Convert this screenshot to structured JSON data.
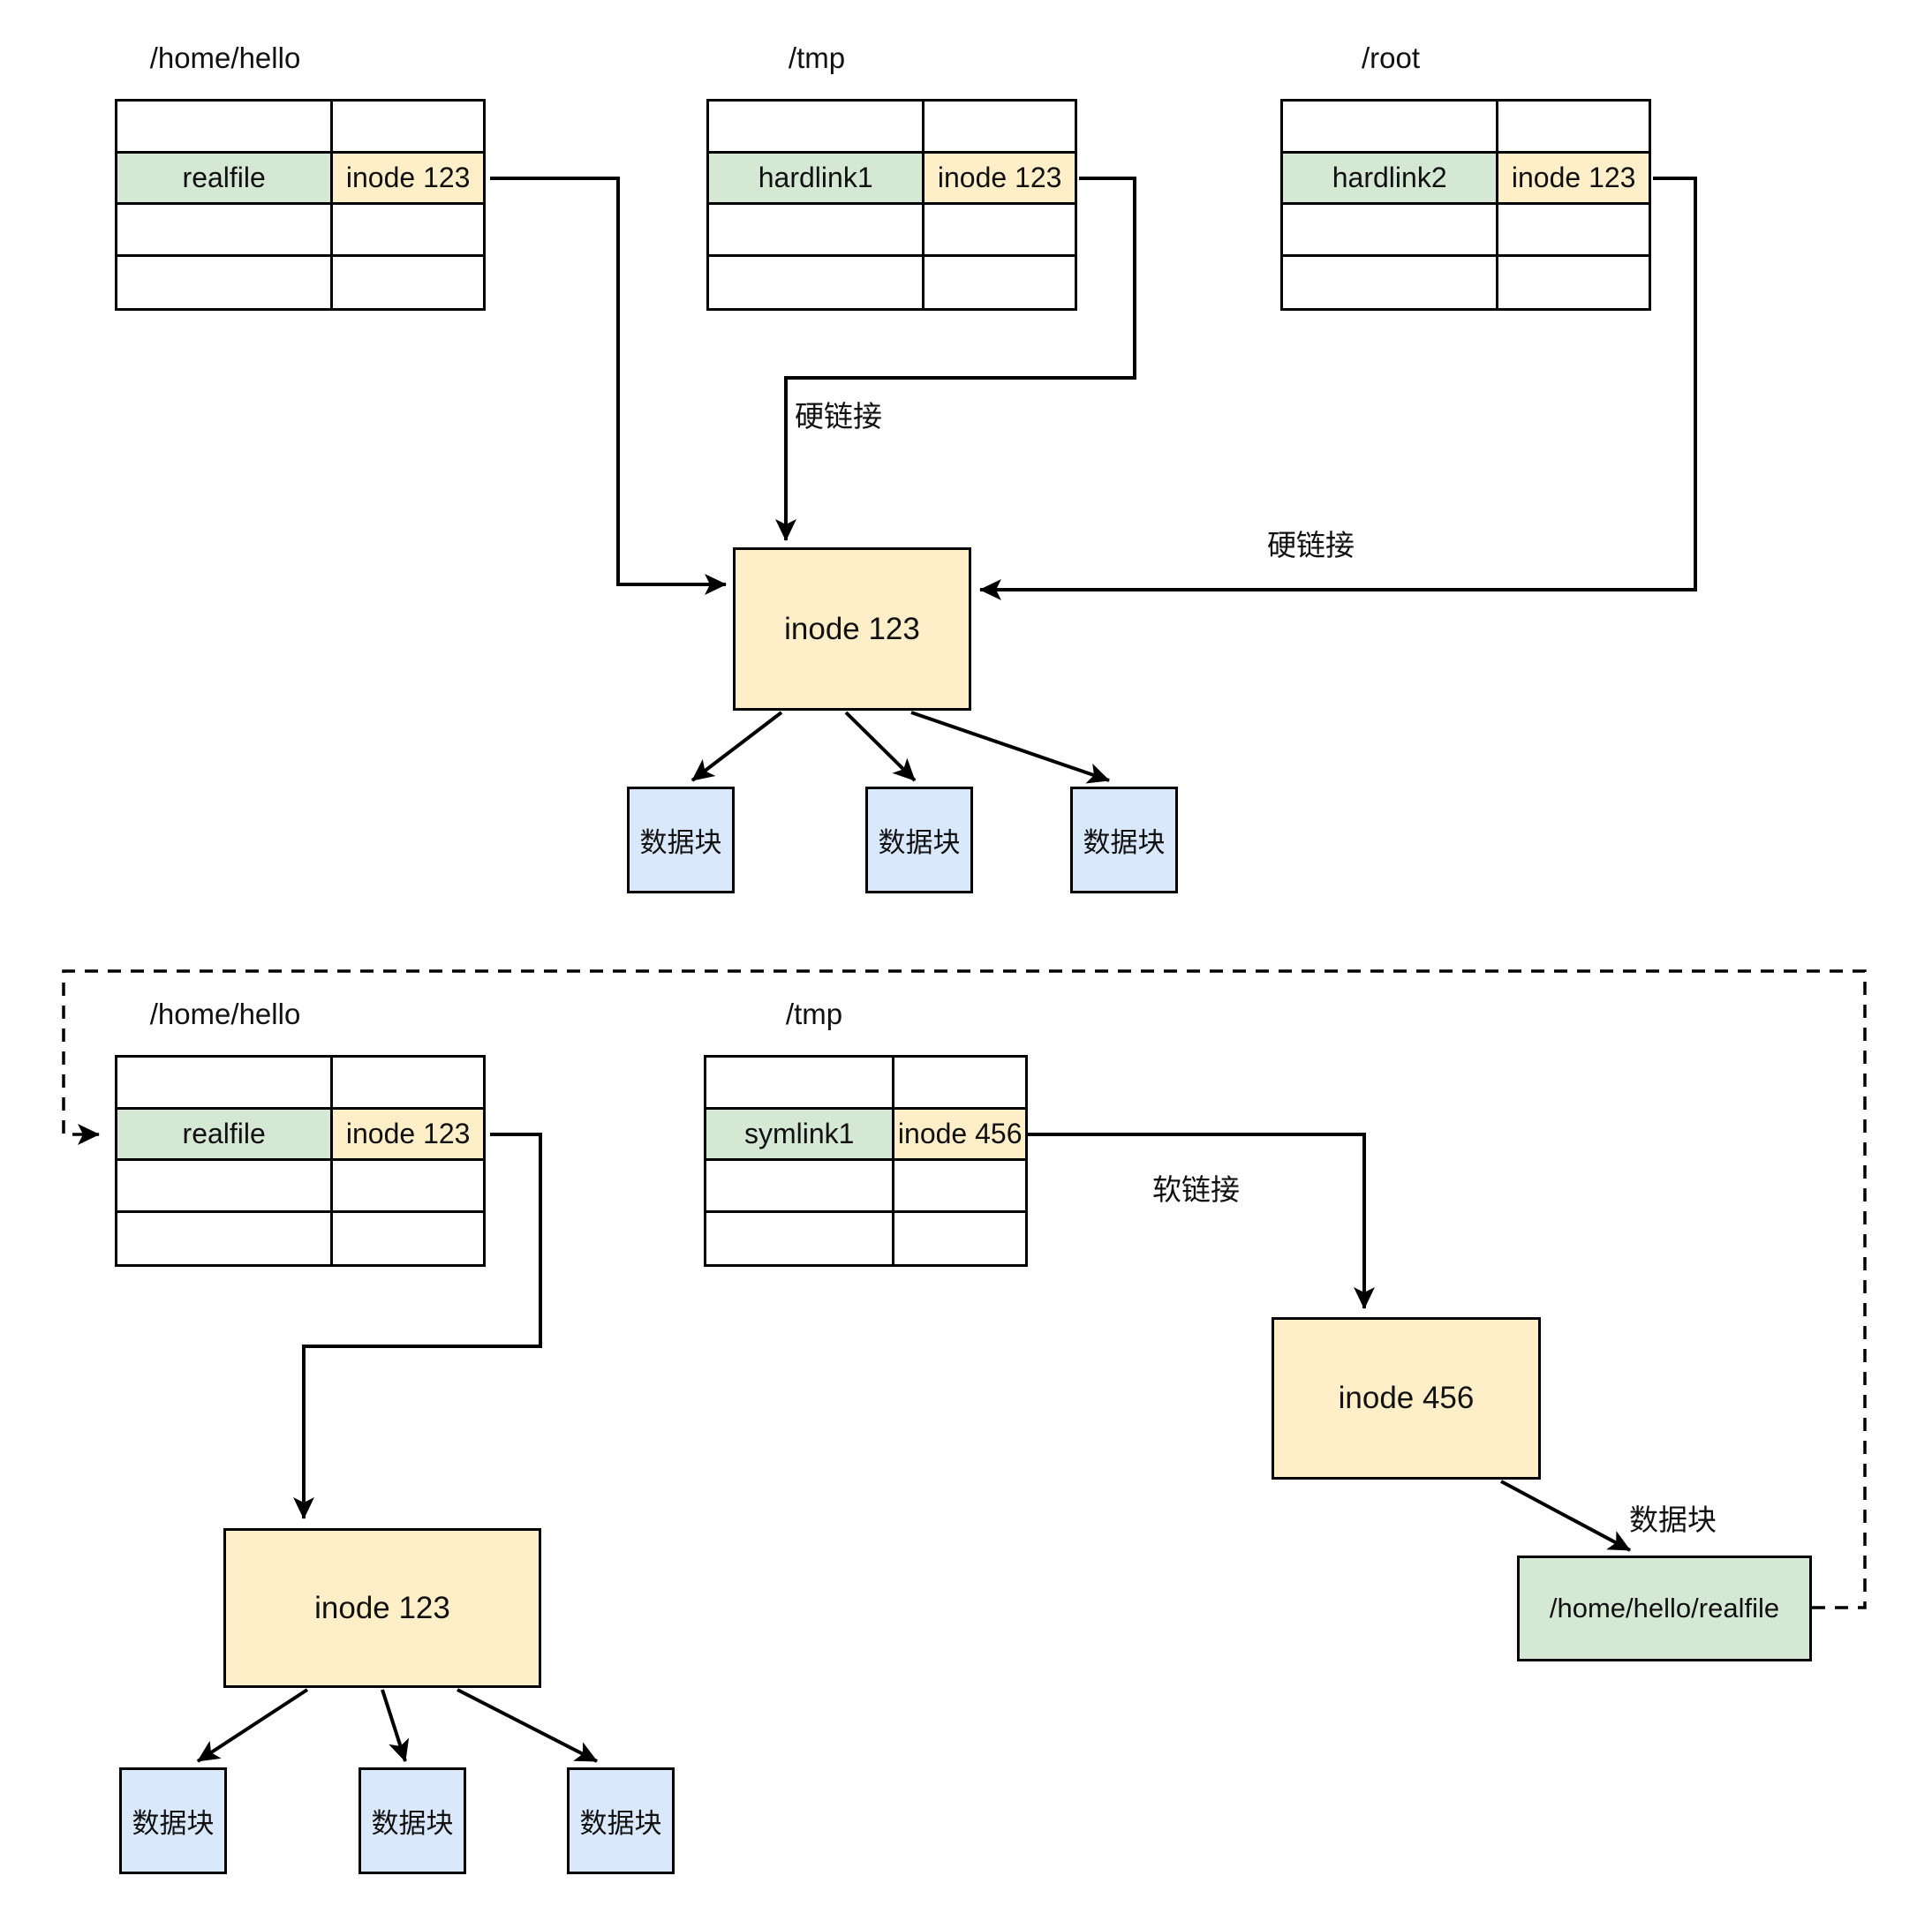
{
  "colors": {
    "green": "#d5e8d4",
    "yellow": "#ffefc9",
    "blue": "#dae8fc",
    "line": "#000000"
  },
  "section_hard_link": {
    "tables": [
      {
        "title": "/home/hello",
        "file": "realfile",
        "inode": "inode 123"
      },
      {
        "title": "/tmp",
        "file": "hardlink1",
        "inode": "inode 123"
      },
      {
        "title": "/root",
        "file": "hardlink2",
        "inode": "inode 123"
      }
    ],
    "inode_box_label": "inode 123",
    "link_labels": [
      "硬链接",
      "硬链接"
    ],
    "data_block_labels": [
      "数据块",
      "数据块",
      "数据块"
    ]
  },
  "section_soft_link": {
    "tables": [
      {
        "title": "/home/hello",
        "file": "realfile",
        "inode": "inode 123"
      },
      {
        "title": "/tmp",
        "file": "symlink1",
        "inode": "inode 456"
      }
    ],
    "inode_box_123_label": "inode 123",
    "inode_box_456_label": "inode 456",
    "soft_link_label": "软链接",
    "data_block_caption": "数据块",
    "target_file_box_label": "/home/hello/realfile",
    "data_block_labels": [
      "数据块",
      "数据块",
      "数据块"
    ]
  }
}
